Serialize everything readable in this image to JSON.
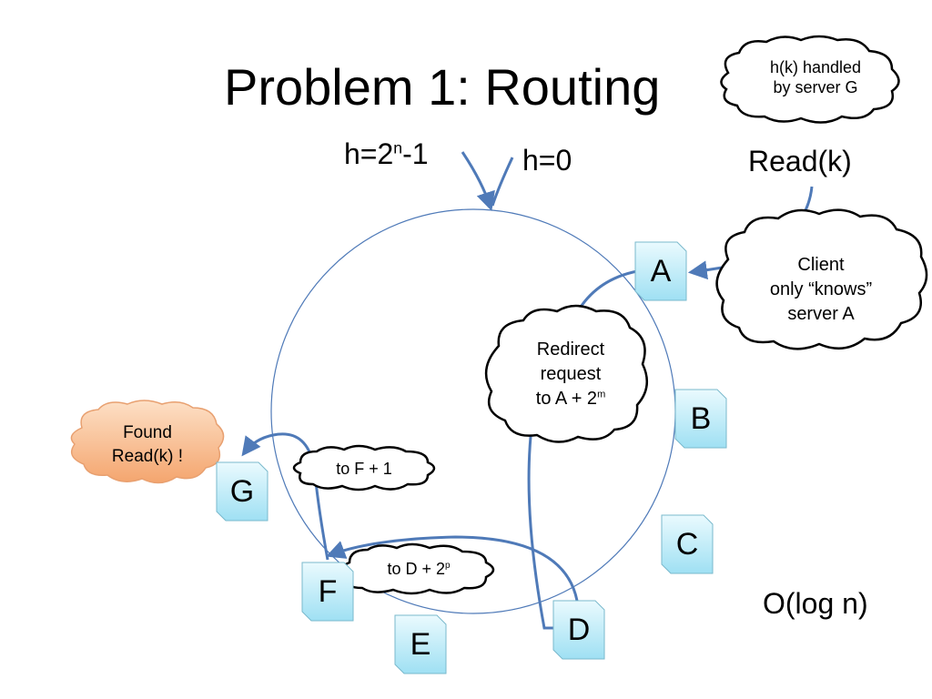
{
  "title": "Problem 1: Routing",
  "labels": {
    "h_max_base": "h=2",
    "h_max_exp": "n",
    "h_max_suffix": "-1",
    "h_zero": "h=0",
    "read_k": "Read(k)",
    "complexity": "O(log n)"
  },
  "clouds": {
    "handled": [
      "h(k) handled",
      "by server G"
    ],
    "client": [
      "Client",
      "only “knows”",
      "server A"
    ],
    "redirect_line1": "Redirect",
    "redirect_line2": "request",
    "redirect_line3_base": "to A + 2",
    "redirect_line3_exp": "m",
    "found": [
      "Found",
      "Read(k) !"
    ],
    "to_f": "to F + 1",
    "to_d_base": "to D + 2",
    "to_d_exp": "p"
  },
  "nodes": [
    "A",
    "B",
    "C",
    "D",
    "E",
    "F",
    "G"
  ],
  "colors": {
    "node_fill_top": "#e9f9fd",
    "node_fill_bottom": "#a3e3f5",
    "node_stroke": "#6fb3c8",
    "arrow": "#4f7ab8",
    "ring": "#4f7ab8",
    "found_fill": "#f7b88a",
    "found_stroke": "#e0935f"
  }
}
